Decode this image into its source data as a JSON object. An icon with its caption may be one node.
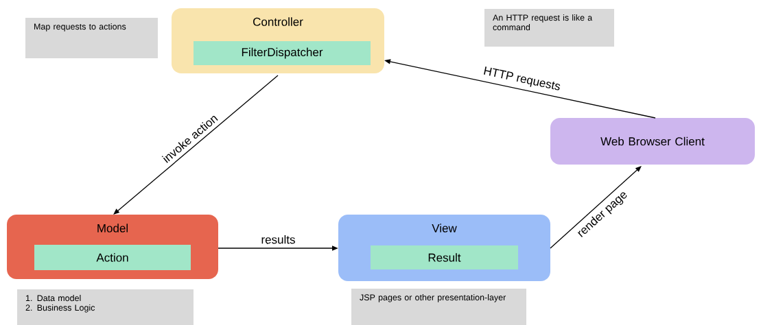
{
  "diagram": {
    "nodes": [
      {
        "text": [
          "Controller"
        ]
      },
      {
        "text": [
          "FilterDispatcher"
        ],
        "in": 0
      },
      {
        "text": [
          "Map requests to actions"
        ]
      },
      {
        "text": [
          "An HTTP request is like a command"
        ]
      },
      {
        "text": [
          "Web Browser Client"
        ]
      },
      {
        "text": [
          "Model"
        ]
      },
      {
        "text": [
          "Action"
        ],
        "in": 5
      },
      {
        "text": [
          "View"
        ]
      },
      {
        "text": [
          "Result"
        ],
        "in": 7
      },
      {
        "text": [
          "1. Data model",
          "2. Business Logic"
        ]
      },
      {
        "text": [
          "JSP pages or other presentation-layer"
        ]
      }
    ],
    "edges": [
      {
        "from": 4,
        "to": 0,
        "arrow": "to",
        "label": "HTTP requests"
      },
      {
        "from": 0,
        "to": 5,
        "arrow": "to",
        "label": "invoke action"
      },
      {
        "from": 5,
        "to": 7,
        "arrow": "to",
        "label": "results"
      },
      {
        "from": 7,
        "to": 4,
        "arrow": "to",
        "label": "render page"
      }
    ]
  }
}
